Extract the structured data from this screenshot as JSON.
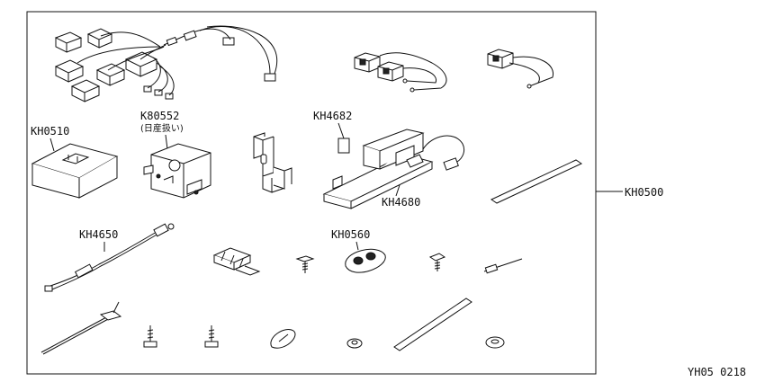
{
  "labels": {
    "kh0510": "KH0510",
    "k80552": "K80552",
    "k80552_note": "(日産扱い)",
    "kh4682": "KH4682",
    "kh4680": "KH4680",
    "kh4650": "KH4650",
    "kh0560": "KH0560",
    "kh0500": "KH0500",
    "figure_code": "YH05 0218"
  },
  "icons": {
    "wiring_harness": "wiring-harness-icon",
    "connector_harness": "connector-harness-icon",
    "small_connector_harness": "small-connector-harness-icon",
    "control_unit": "control-unit-icon",
    "actuator": "actuator-icon",
    "bracket": "bracket-icon",
    "door_lock_assembly": "door-lock-assembly-icon",
    "spring": "spring-icon",
    "strip": "strip-icon",
    "cable": "cable-icon",
    "clip": "clip-icon",
    "screw": "screw-icon",
    "key_fob": "key-fob-icon",
    "tie_wrap": "tie-wrap-icon",
    "bolt": "bolt-icon",
    "grommet": "grommet-icon",
    "nut": "nut-icon",
    "pad": "pad-icon",
    "washer": "washer-icon"
  }
}
